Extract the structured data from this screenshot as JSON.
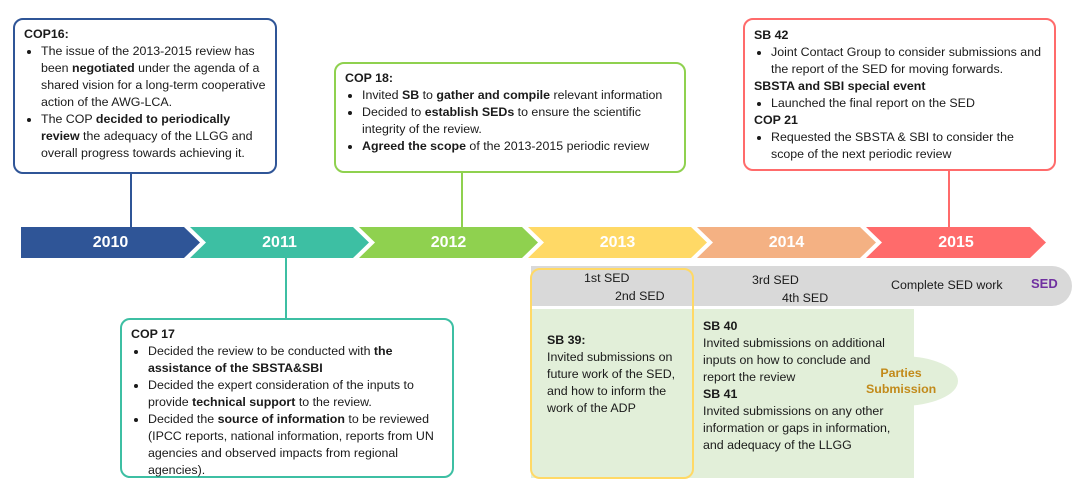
{
  "cop16": {
    "title": "COP16:",
    "items": [
      [
        {
          "t": "The issue of the 2013-2015 review has been "
        },
        {
          "t": "negotiated",
          "b": true
        },
        {
          "t": " under the agenda of a shared vision for a long-term cooperative action of the AWG-LCA."
        }
      ],
      [
        {
          "t": "The COP "
        },
        {
          "t": "decided to periodically review",
          "b": true
        },
        {
          "t": " the adequacy of the LLGG and overall progress towards achieving it."
        }
      ]
    ]
  },
  "cop18": {
    "title": "COP 18:",
    "items": [
      [
        {
          "t": "Invited "
        },
        {
          "t": "SB",
          "b": true
        },
        {
          "t": " to "
        },
        {
          "t": "gather and compile",
          "b": true
        },
        {
          "t": " relevant information"
        }
      ],
      [
        {
          "t": "Decided to "
        },
        {
          "t": "establish SEDs",
          "b": true
        },
        {
          "t": " to ensure the scientific integrity of the review."
        }
      ],
      [
        {
          "t": "Agreed the scope",
          "b": true
        },
        {
          "t": " of the 2013-2015 periodic review"
        }
      ]
    ]
  },
  "sb42": {
    "title": "SB 42",
    "items": [
      [
        {
          "t": "Joint Contact Group to consider submissions and the report of the SED for moving forwards."
        }
      ]
    ],
    "title2": "SBSTA and SBI special event",
    "items2": [
      [
        {
          "t": "Launched the final report on the SED"
        }
      ]
    ],
    "title3": "COP 21",
    "items3": [
      [
        {
          "t": "Requested the SBSTA & SBI to consider the scope of the next periodic review"
        }
      ]
    ]
  },
  "cop17": {
    "title": "COP 17",
    "items": [
      [
        {
          "t": "Decided the review to be conducted with "
        },
        {
          "t": "the assistance of the SBSTA&SBI",
          "b": true
        }
      ],
      [
        {
          "t": "Decided the expert consideration of the inputs to provide "
        },
        {
          "t": "technical support",
          "b": true
        },
        {
          "t": " to the review."
        }
      ],
      [
        {
          "t": "Decided the "
        },
        {
          "t": "source of information",
          "b": true
        },
        {
          "t": " to be reviewed (IPCC reports, national information, reports from UN agencies and observed impacts from regional agencies)."
        }
      ]
    ]
  },
  "years": [
    {
      "label": "2010",
      "color": "#2f5597"
    },
    {
      "label": "2011",
      "color": "#3dbfa3"
    },
    {
      "label": "2012",
      "color": "#8fd14f"
    },
    {
      "label": "2013",
      "color": "#ffd966"
    },
    {
      "label": "2014",
      "color": "#f4b183"
    },
    {
      "label": "2015",
      "color": "#ff6b6b"
    }
  ],
  "sed": {
    "first": "1st SED",
    "second": "2nd SED",
    "third": "3rd SED",
    "fourth": "4th SED",
    "complete": "Complete SED work",
    "tag": "SED"
  },
  "sb39": {
    "title": "SB 39:",
    "text": "Invited submissions on  future work of the SED, and how to inform the work of the ADP"
  },
  "sb40": {
    "title": "SB 40",
    "text": "Invited submissions on additional inputs on how to conclude and report the review"
  },
  "sb41": {
    "title": "SB 41",
    "text": "Invited submissions on any other information or gaps in information, and adequacy of the LLGG"
  },
  "parties": "Parties Submission",
  "colors": {
    "cop16_border": "#2f5597",
    "cop18_border": "#8fd14f",
    "sb42_border": "#ff6b6b",
    "cop17_border": "#3dbfa3",
    "sb39_border": "#ffd966",
    "green_fill": "#e2efd9",
    "sed_tag": "#7030a0",
    "parties_text": "#c28a1a"
  }
}
